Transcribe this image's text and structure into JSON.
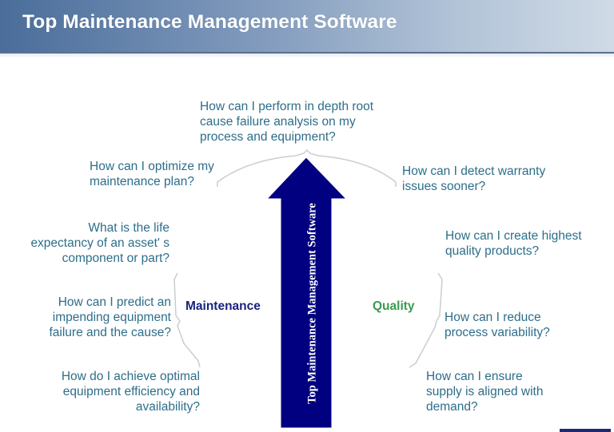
{
  "header": {
    "title": "Top Maintenance Management Software"
  },
  "arrow": {
    "label": "Top Maintenance Management Software",
    "color": "#000080"
  },
  "categories": {
    "maintenance": {
      "label": "Maintenance",
      "color": "#1a237e"
    },
    "quality": {
      "label": "Quality",
      "color": "#3a9a4e"
    }
  },
  "questions": {
    "top": "How can I perform in depth root\ncause failure analysis on my\nprocess and equipment?",
    "maintenance": [
      "How can I optimize my\nmaintenance plan?",
      "What is the life\nexpectancy of an asset' s\ncomponent or part?",
      "How can I predict an\nimpending equipment\nfailure and the cause?",
      "How do I achieve optimal\nequipment efficiency and\navailability?"
    ],
    "quality": [
      "How can I detect warranty\nissues sooner?",
      "How can I create highest\nquality products?",
      "How can I reduce\nprocess variability?",
      "How can I ensure\nsupply is aligned with\ndemand?"
    ]
  },
  "colors": {
    "question_text": "#2d6e8a",
    "brace_line": "#c8ced4"
  }
}
